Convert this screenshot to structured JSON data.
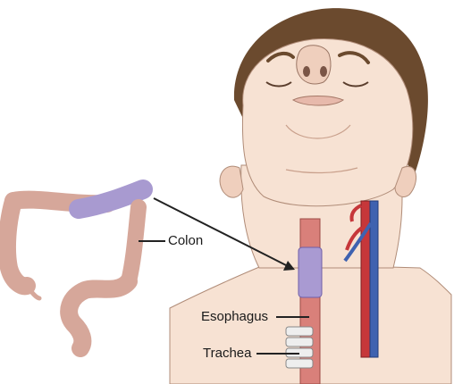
{
  "labels": {
    "colon": "Colon",
    "esophagus": "Esophagus",
    "trachea": "Trachea"
  },
  "colors": {
    "skin": "#f7e2d3",
    "skin_shadow": "#e8c6b3",
    "hair": "#6b4a2e",
    "colon": "#d6a79a",
    "colon_segment": "#a89ad0",
    "esophagus": "#d9807a",
    "esophagus_segment": "#a99ad2",
    "artery": "#c6373a",
    "vein": "#3f62b0",
    "trachea": "#eeeeee",
    "line": "#222222"
  }
}
